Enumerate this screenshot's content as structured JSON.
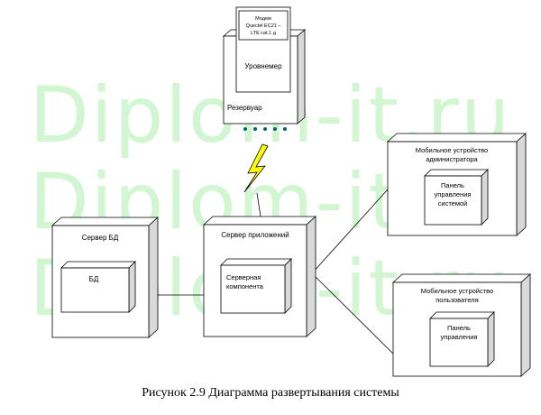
{
  "watermark": "Diplom-it.ru",
  "nodes": {
    "reservoir": {
      "label": "Резервуар"
    },
    "level_gauge": {
      "label": "Уровнемер"
    },
    "modem": {
      "line1": "Модем",
      "line2": "Quectel EC21 –",
      "line3": "LTE cat.1 д"
    },
    "db_server": {
      "label": "Сервер БД"
    },
    "db": {
      "label": "БД"
    },
    "app_server": {
      "label": "Сервер приложений"
    },
    "server_component": {
      "line1": "Серверная",
      "line2": "компонента"
    },
    "admin_device": {
      "line1": "Мобильное устройство",
      "line2": "администратора"
    },
    "admin_panel": {
      "line1": "Панель",
      "line2": "управления",
      "line3": "системой"
    },
    "user_device": {
      "line1": "Мобильное устройство",
      "line2": "пользователя"
    },
    "user_panel": {
      "line1": "Панель",
      "line2": "управления"
    }
  },
  "caption": "Рисунок 2.9 Диаграмма развертывания системы",
  "colors": {
    "line": "#000000",
    "node_side": "#d9d9d9",
    "lightning": "#ffff00",
    "dots": "#006666",
    "watermark": "#c8f5c8"
  }
}
